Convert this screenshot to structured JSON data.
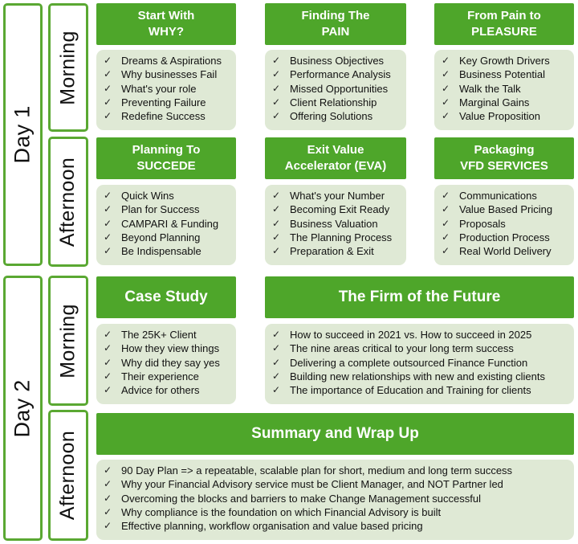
{
  "days": [
    {
      "label": "Day 1"
    },
    {
      "label": "Day 2"
    }
  ],
  "slots": {
    "d1_morning": "Morning",
    "d1_afternoon": "Afternoon",
    "d2_morning": "Morning",
    "d2_afternoon": "Afternoon"
  },
  "check_icon": "checkmark-icon",
  "accent_color": "#4ea62a",
  "list_bg_color": "#dfe9d5",
  "sessions": {
    "start_with_why": {
      "title": "Start With\nWHY?",
      "items": [
        "Dreams & Aspirations",
        "Why businesses Fail",
        "What's your role",
        "Preventing Failure",
        "Redefine Success"
      ]
    },
    "finding_pain": {
      "title": "Finding The\nPAIN",
      "items": [
        "Business Objectives",
        "Performance Analysis",
        "Missed Opportunities",
        "Client Relationship",
        "Offering Solutions"
      ]
    },
    "pain_to_pleasure": {
      "title": "From Pain to\nPLEASURE",
      "items": [
        "Key Growth Drivers",
        "Business Potential",
        "Walk the Talk",
        "Marginal Gains",
        "Value Proposition"
      ]
    },
    "planning_to_succede": {
      "title": "Planning To\nSUCCEDE",
      "items": [
        "Quick Wins",
        "Plan for Success",
        "CAMPARI & Funding",
        "Beyond Planning",
        "Be Indispensable"
      ]
    },
    "exit_value": {
      "title": "Exit Value\nAccelerator (EVA)",
      "items": [
        "What's your Number",
        "Becoming Exit Ready",
        "Business Valuation",
        "The Planning Process",
        "Preparation & Exit"
      ]
    },
    "packaging_vfd": {
      "title": "Packaging\nVFD SERVICES",
      "items": [
        "Communications",
        "Value Based Pricing",
        "Proposals",
        "Production Process",
        "Real World Delivery"
      ]
    },
    "case_study": {
      "title": "Case Study",
      "items": [
        "The 25K+ Client",
        "How they view things",
        "Why did they say yes",
        "Their experience",
        "Advice for others"
      ]
    },
    "firm_future": {
      "title": "The Firm of the Future",
      "items": [
        "How to succeed in 2021 vs. How to succeed in 2025",
        "The nine areas critical to your long term success",
        "Delivering a complete outsourced Finance Function",
        "Building new relationships with new and existing clients",
        "The importance of Education and Training for clients"
      ]
    },
    "summary": {
      "title": "Summary and Wrap Up",
      "items": [
        "90 Day Plan => a repeatable, scalable plan for short, medium and long term success",
        "Why your Financial Advisory service must be Client Manager, and NOT Partner led",
        "Overcoming the blocks and barriers to make Change Management successful",
        "Why compliance is the foundation on which Financial Advisory is built",
        "Effective planning, workflow organisation and value based pricing"
      ]
    }
  }
}
